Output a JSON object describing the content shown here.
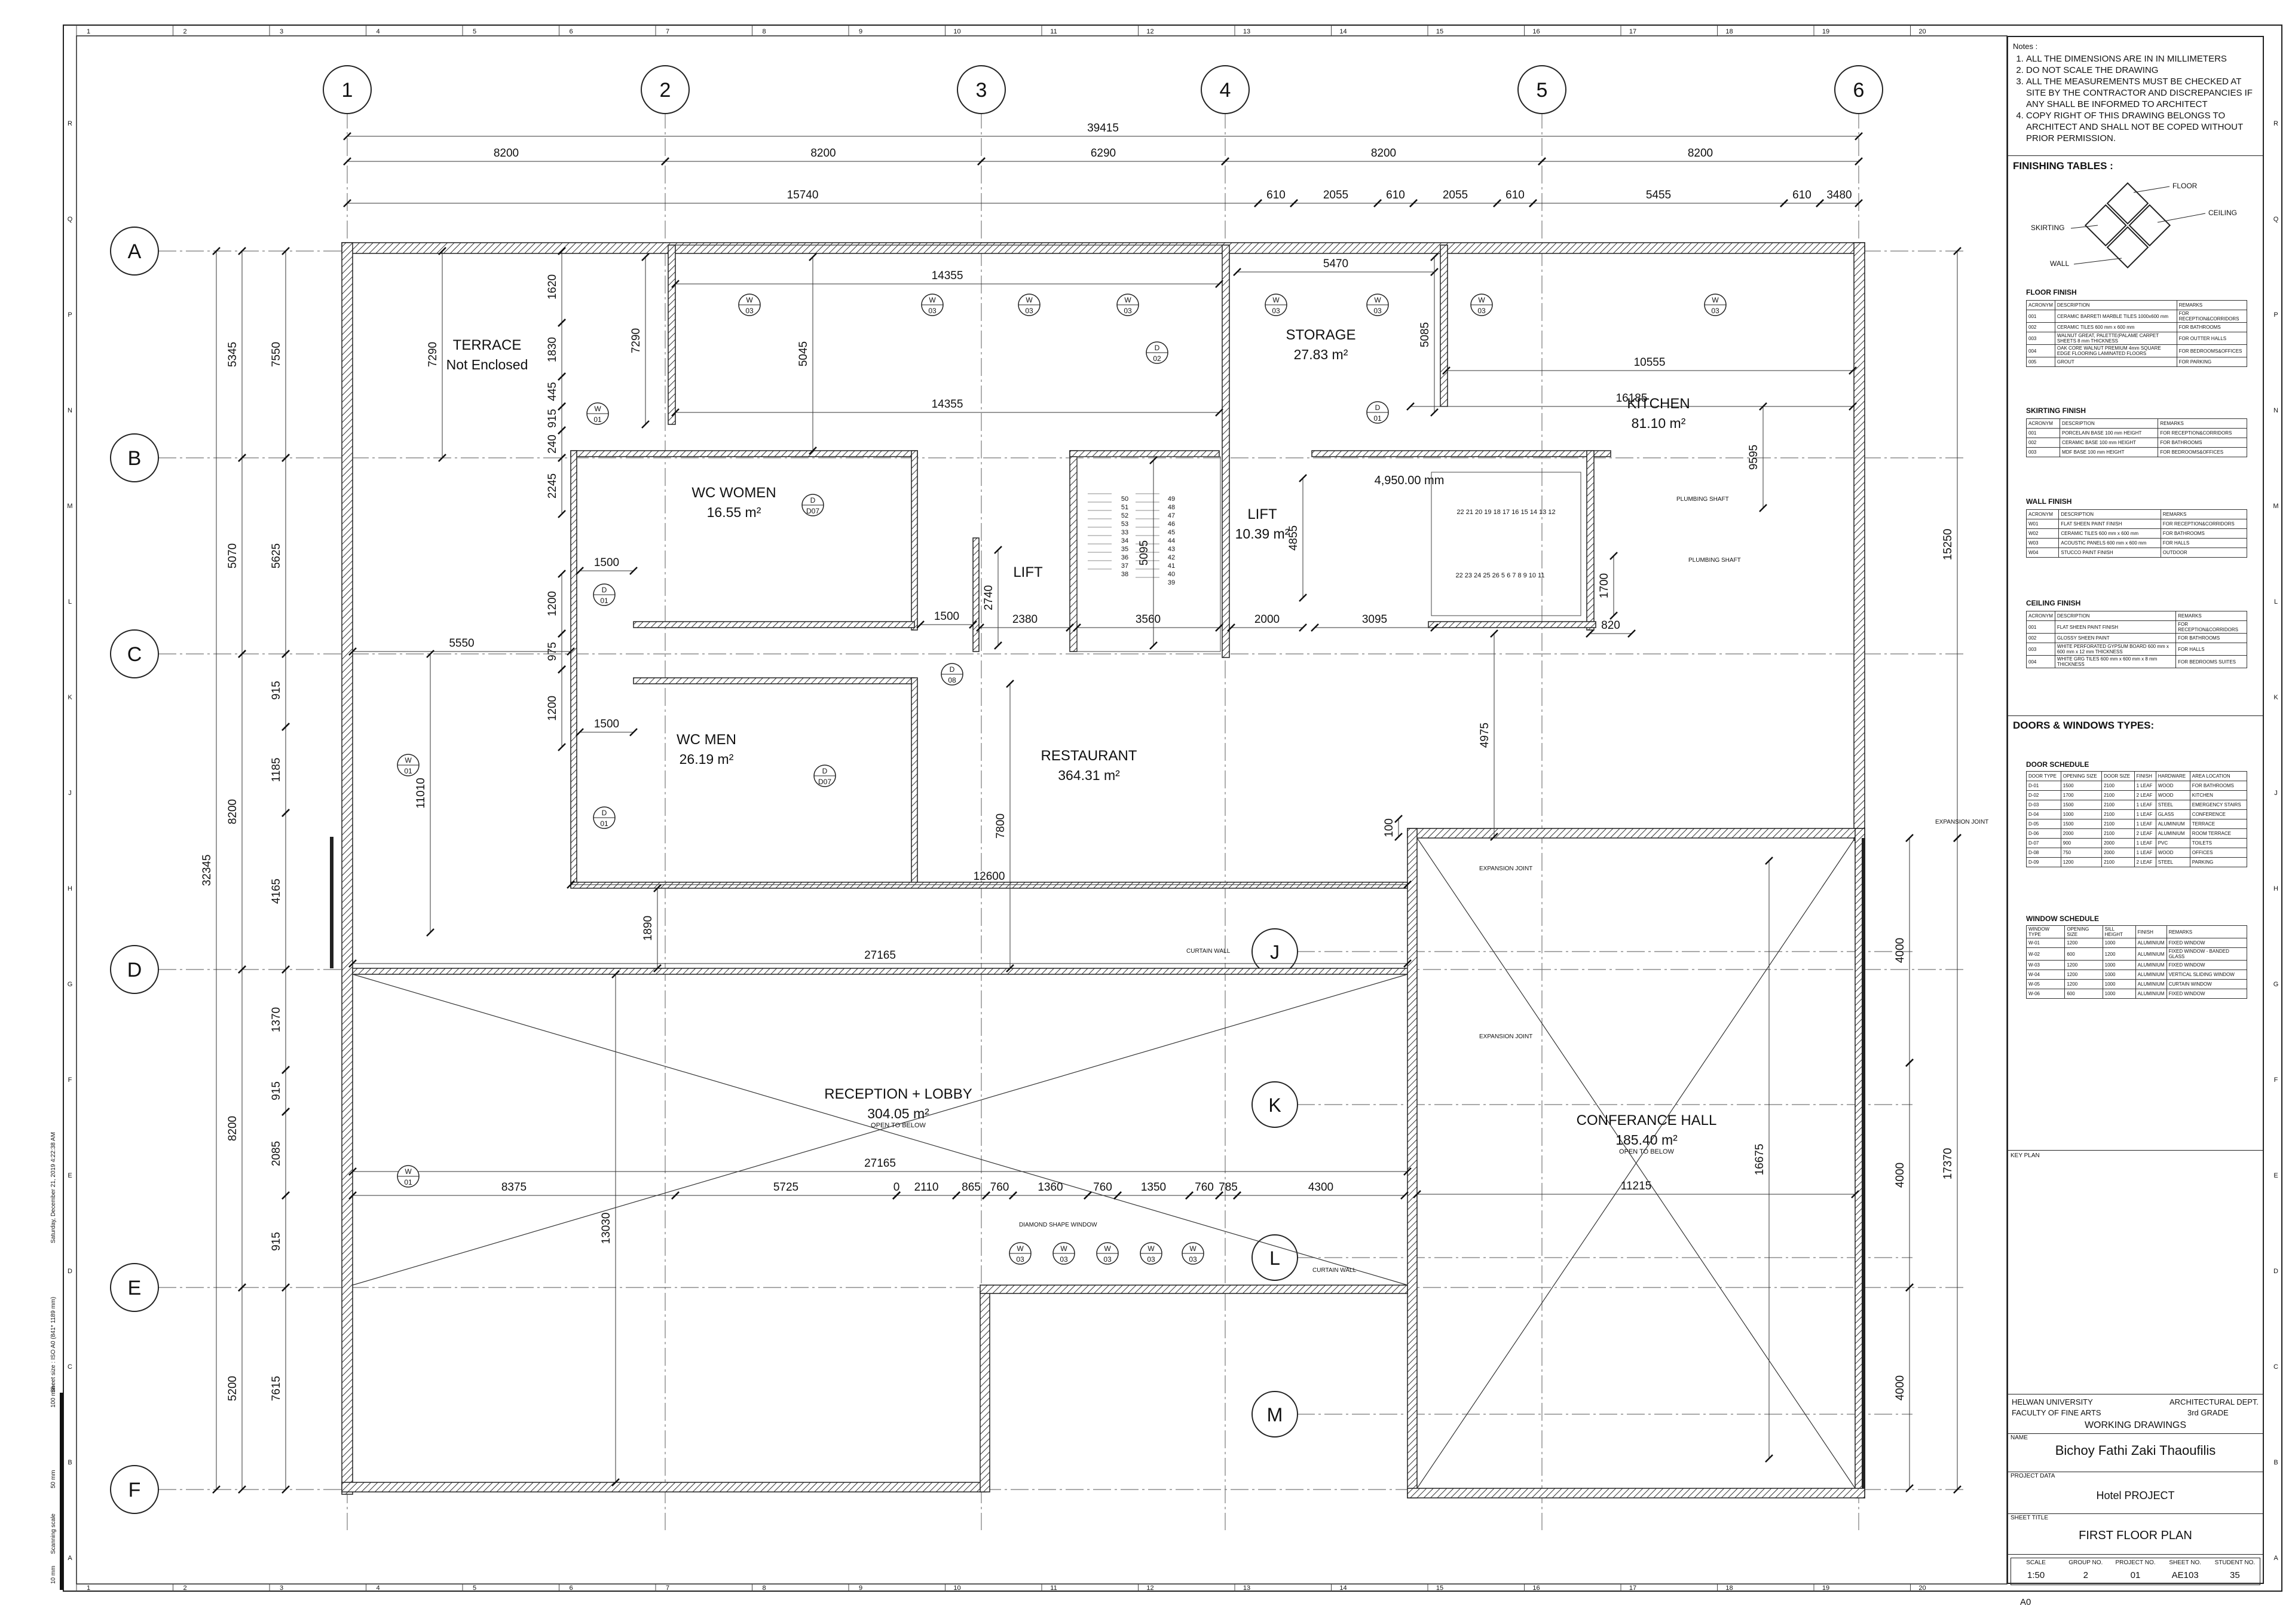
{
  "grid": {
    "columns": [
      "1",
      "2",
      "3",
      "4",
      "5",
      "6"
    ],
    "rows": [
      "A",
      "B",
      "C",
      "D",
      "E",
      "F"
    ],
    "extra_rows": [
      "J",
      "K",
      "L",
      "M"
    ],
    "border_numbers": [
      "1",
      "2",
      "3",
      "4",
      "5",
      "6",
      "7",
      "8",
      "9",
      "10",
      "11",
      "12",
      "13",
      "14",
      "15",
      "16",
      "17",
      "18",
      "19",
      "20"
    ],
    "border_letters": [
      "R",
      "Q",
      "P",
      "N",
      "M",
      "L",
      "K",
      "J",
      "H",
      "G",
      "F",
      "E",
      "D",
      "C",
      "B",
      "A"
    ]
  },
  "dimensions": {
    "overall": "39415",
    "bays": [
      "8200",
      "8200",
      "6290",
      "8200",
      "8200"
    ],
    "top_row": [
      "15740",
      "610",
      "2055",
      "610",
      "2055",
      "610",
      "5455",
      "610",
      "3480"
    ],
    "left_outer": "32345",
    "left_col2": [
      "5345",
      "5070",
      "8200",
      "8200",
      "5200"
    ],
    "left_col3": [
      "7550",
      "5625",
      "915",
      "1185",
      "4165",
      "1370",
      "915",
      "2085",
      "915",
      "7615"
    ],
    "right_outer": [
      "15250",
      "17370"
    ],
    "right_conf": [
      "4000",
      "4000",
      "4000",
      "16675"
    ],
    "misc": [
      "14355",
      "14355",
      "5045",
      "7290",
      "7290",
      "1620",
      "1830",
      "445",
      "915",
      "240",
      "2245",
      "1500",
      "1200",
      "975",
      "1200",
      "1500",
      "5550",
      "11010",
      "1500",
      "2380",
      "2740",
      "3560",
      "5095",
      "4855",
      "2000",
      "3095",
      "1700",
      "820",
      "5470",
      "5085",
      "10555",
      "16185",
      "9595",
      "4975",
      "7800",
      "12600",
      "27165",
      "1890",
      "100",
      "27165",
      "8375",
      "5725",
      "0",
      "2110",
      "865",
      "760",
      "1360",
      "760",
      "1350",
      "760",
      "785",
      "4300",
      "13030",
      "11215"
    ]
  },
  "rooms": [
    {
      "id": "terrace",
      "name": "TERRACE",
      "sub": "Not Enclosed"
    },
    {
      "id": "storage",
      "name": "STORAGE",
      "area": "27.83 m²"
    },
    {
      "id": "kitchen",
      "name": "KITCHEN",
      "area": "81.10 m²"
    },
    {
      "id": "wc-women",
      "name": "WC WOMEN",
      "area": "16.55 m²"
    },
    {
      "id": "wc-men",
      "name": "WC MEN",
      "area": "26.19 m²"
    },
    {
      "id": "lift1",
      "name": "LIFT"
    },
    {
      "id": "lift2",
      "name": "LIFT",
      "area": "10.39 m²"
    },
    {
      "id": "restaurant",
      "name": "RESTAURANT",
      "area": "364.31 m²"
    },
    {
      "id": "reception",
      "name": "RECEPTION + LOBBY",
      "area": "304.05 m²",
      "sub": "OPEN TO BELOW"
    },
    {
      "id": "conference",
      "name": "CONFERANCE HALL",
      "area": "185.40 m²",
      "sub": "OPEN TO BELOW"
    }
  ],
  "tags": {
    "w_top": "W",
    "w_bottom": "03",
    "w01": "01",
    "d_top": "D",
    "d01": "01",
    "d02": "02",
    "d07": "D07",
    "d08": "08"
  },
  "annotations": {
    "level": "4,950.00 mm",
    "plumbing1": "PLUMBING SHAFT",
    "plumbing2": "PLUMBING SHAFT",
    "expansion1": "EXPANSION JOINT",
    "expansion2": "EXPANSION JOINT",
    "expansion3": "EXPANSION JOINT",
    "curtain1": "CURTAIN WALL",
    "curtain2": "CURTAIN WALL",
    "diamond": "DIAMOND SHAPE WINDOW",
    "stairs_left": [
      "50",
      "51",
      "52",
      "53",
      "33",
      "34",
      "35",
      "36",
      "37",
      "38",
      "49",
      "48",
      "47",
      "46",
      "45",
      "44",
      "43",
      "42",
      "41",
      "40",
      "39"
    ],
    "stairs_right_top": "22 21 20 19 18 17 16 15 14 13 12",
    "stairs_right_bottom": "22 23 24 25 26 5 6 7 8 9 10 11"
  },
  "titleblock": {
    "notes_header": "Notes :",
    "notes": [
      "ALL THE DIMENSIONS ARE IN  IN MILLIMETERS",
      "DO NOT SCALE THE DRAWING",
      "ALL THE MEASUREMENTS MUST BE CHECKED AT SITE BY THE CONTRACTOR AND DISCREPANCIES IF ANY SHALL BE INFORMED TO ARCHITECT",
      "COPY RIGHT OF THIS DRAWING BELONGS TO ARCHITECT AND SHALL NOT BE COPED WITHOUT PRIOR PERMISSION."
    ],
    "finishing_tables": "FINISHING TABLES :",
    "diagram_labels": {
      "floor": "FLOOR",
      "ceiling": "CEILING",
      "skirting": "SKIRTING",
      "wall": "WALL"
    },
    "floor_finish": {
      "title": "FLOOR FINISH",
      "headers": [
        "ACRONYM",
        "DESCRIPTION",
        "REMARKS"
      ],
      "rows": [
        [
          "001",
          "CERAMIC BARRETI MARBLE TILES 1000x600 mm",
          "FOR RECEPTION&CORRIDORS"
        ],
        [
          "002",
          "CERAMIC TILES 600 mm x 600 mm",
          "FOR BATHROOMS"
        ],
        [
          "003",
          "WALNUT GREAT, PALETTE(PALAME CARPET SHEETS 8 mm THICKNESS",
          "FOR OUTTER HALLS"
        ],
        [
          "004",
          "OAK CORE WALNUT PREMIUM 4mm SQUARE EDGE FLOORING LAMINATED FLOORS",
          "FOR BEDROOMS&OFFICES"
        ],
        [
          "005",
          "GROUT",
          "FOR PARKING"
        ]
      ]
    },
    "skirting_finish": {
      "title": "SKIRTING FINISH",
      "headers": [
        "ACRONYM",
        "DESCRIPTION",
        "REMARKS"
      ],
      "rows": [
        [
          "001",
          "PORCELAIN BASE 100 mm HEIGHT",
          "FOR RECEPTION&CORRIDORS"
        ],
        [
          "002",
          "CERAMIC BASE 100 mm HEIGHT",
          "FOR BATHROOMS"
        ],
        [
          "003",
          "MDF BASE 100 mm HEIGHT",
          "FOR BEDROOMS&OFFICES"
        ]
      ]
    },
    "wall_finish": {
      "title": "WALL FINISH",
      "headers": [
        "ACRONYM",
        "DESCRIPTION",
        "REMARKS"
      ],
      "rows": [
        [
          "W01",
          "FLAT SHEEN PAINT FINISH",
          "FOR RECEPTION&CORRIDORS"
        ],
        [
          "W02",
          "CERAMIC TILES 600 mm x 600 mm",
          "FOR BATHROOMS"
        ],
        [
          "W03",
          "ACOUSTIC PANELS 600 mm x 600 mm",
          "FOR HALLS"
        ],
        [
          "W04",
          "STUCCO PAINT FINISH",
          "OUTDOOR"
        ]
      ]
    },
    "ceiling_finish": {
      "title": "CEILING FINISH",
      "headers": [
        "ACRONYM",
        "DESCRIPTION",
        "REMARKS"
      ],
      "rows": [
        [
          "001",
          "FLAT SHEEN PAINT FINISH",
          "FOR RECEPTION&CORRIDORS"
        ],
        [
          "002",
          "GLOSSY SHEEN PAINT",
          "FOR BATHROOMS"
        ],
        [
          "003",
          "WHITE PERFORATED GYPSUM BOARD 600 mm x 600 mm x 12 mm THICKNESS",
          "FOR HALLS"
        ],
        [
          "004",
          "WHITE GRG TILES 600 mm x 600 mm x 8 mm THICKNESS",
          "FOR BEDROOMS SUITES"
        ]
      ]
    },
    "doors_windows": "DOORS & WINDOWS TYPES:",
    "door_schedule": {
      "title": "DOOR SCHEDULE",
      "headers": [
        "DOOR TYPE",
        "OPENING SIZE",
        "DOOR SIZE",
        "FINISH",
        "HARDWARE",
        "AREA LOCATION"
      ],
      "rows": [
        [
          "D-01",
          "1500",
          "2100",
          "1 LEAF",
          "WOOD",
          "FOR BATHROOMS"
        ],
        [
          "D-02",
          "1700",
          "2100",
          "2 LEAF",
          "WOOD",
          "KITCHEN"
        ],
        [
          "D-03",
          "1500",
          "2100",
          "1 LEAF",
          "STEEL",
          "EMERGENCY STAIRS"
        ],
        [
          "D-04",
          "1000",
          "2100",
          "1 LEAF",
          "GLASS",
          "CONFERENCE"
        ],
        [
          "D-05",
          "1500",
          "2100",
          "1 LEAF",
          "ALUMINIUM",
          "TERRACE"
        ],
        [
          "D-06",
          "2000",
          "2100",
          "2 LEAF",
          "ALUMINIUM",
          "ROOM TERRACE"
        ],
        [
          "D-07",
          "900",
          "2000",
          "1 LEAF",
          "PVC",
          "TOILETS"
        ],
        [
          "D-08",
          "750",
          "2000",
          "1 LEAF",
          "WOOD",
          "OFFICES"
        ],
        [
          "D-09",
          "1200",
          "2100",
          "2 LEAF",
          "STEEL",
          "PARKING"
        ]
      ]
    },
    "window_schedule": {
      "title": "WINDOW SCHEDULE",
      "headers": [
        "WINDOW TYPE",
        "OPENING SIZE",
        "SILL HEIGHT",
        "FINISH",
        "REMARKS"
      ],
      "rows": [
        [
          "W-01",
          "1200",
          "1000",
          "ALUMINIUM",
          "FIXED WINDOW"
        ],
        [
          "W-02",
          "600",
          "1200",
          "ALUMINIUM",
          "FIXED WINDOW - BANDED GLASS"
        ],
        [
          "W-03",
          "1200",
          "1000",
          "ALUMINIUM",
          "FIXED WINDOW"
        ],
        [
          "W-04",
          "1200",
          "1000",
          "ALUMINIUM",
          "VERTICAL SLIDING WINDOW"
        ],
        [
          "W-05",
          "1200",
          "1000",
          "ALUMINIUM",
          "CURTAIN WINDOW"
        ],
        [
          "W-06",
          "600",
          "1000",
          "ALUMINIUM",
          "FIXED WINDOW"
        ]
      ]
    },
    "key_plan": "KEY PLAN",
    "university": "HELWAN UNIVERSITY",
    "faculty": "FACULTY OF FINE ARTS",
    "department": "ARCHITECTURAL DEPT.",
    "grade": "3rd GRADE",
    "drawing_type": "WORKING DRAWINGS",
    "name_label": "NAME",
    "student_name": "Bichoy Fathi Zaki Thaoufilis",
    "project_data_label": "PROJECT DATA",
    "project_name": "Hotel PROJECT",
    "sheet_title_label": "SHEET TITLE",
    "sheet_title": "FIRST FLOOR PLAN",
    "meta_headers": [
      "SCALE",
      "GROUP NO.",
      "PROJECT NO.",
      "SHEET NO.",
      "STUDENT NO."
    ],
    "meta_values": [
      "1:50",
      "2",
      "01",
      "AE103",
      "35"
    ],
    "paper": "A0"
  },
  "margin_text": {
    "sheet_size": "Sheet size : ISO A0 (841* 1189 mm)",
    "date": "Saturday, December 21, 2019 4:22:38 AM",
    "scanning": "Scanning scale",
    "mm10": "10 mm",
    "mm50": "50 mm",
    "mm100": "100 mm"
  }
}
